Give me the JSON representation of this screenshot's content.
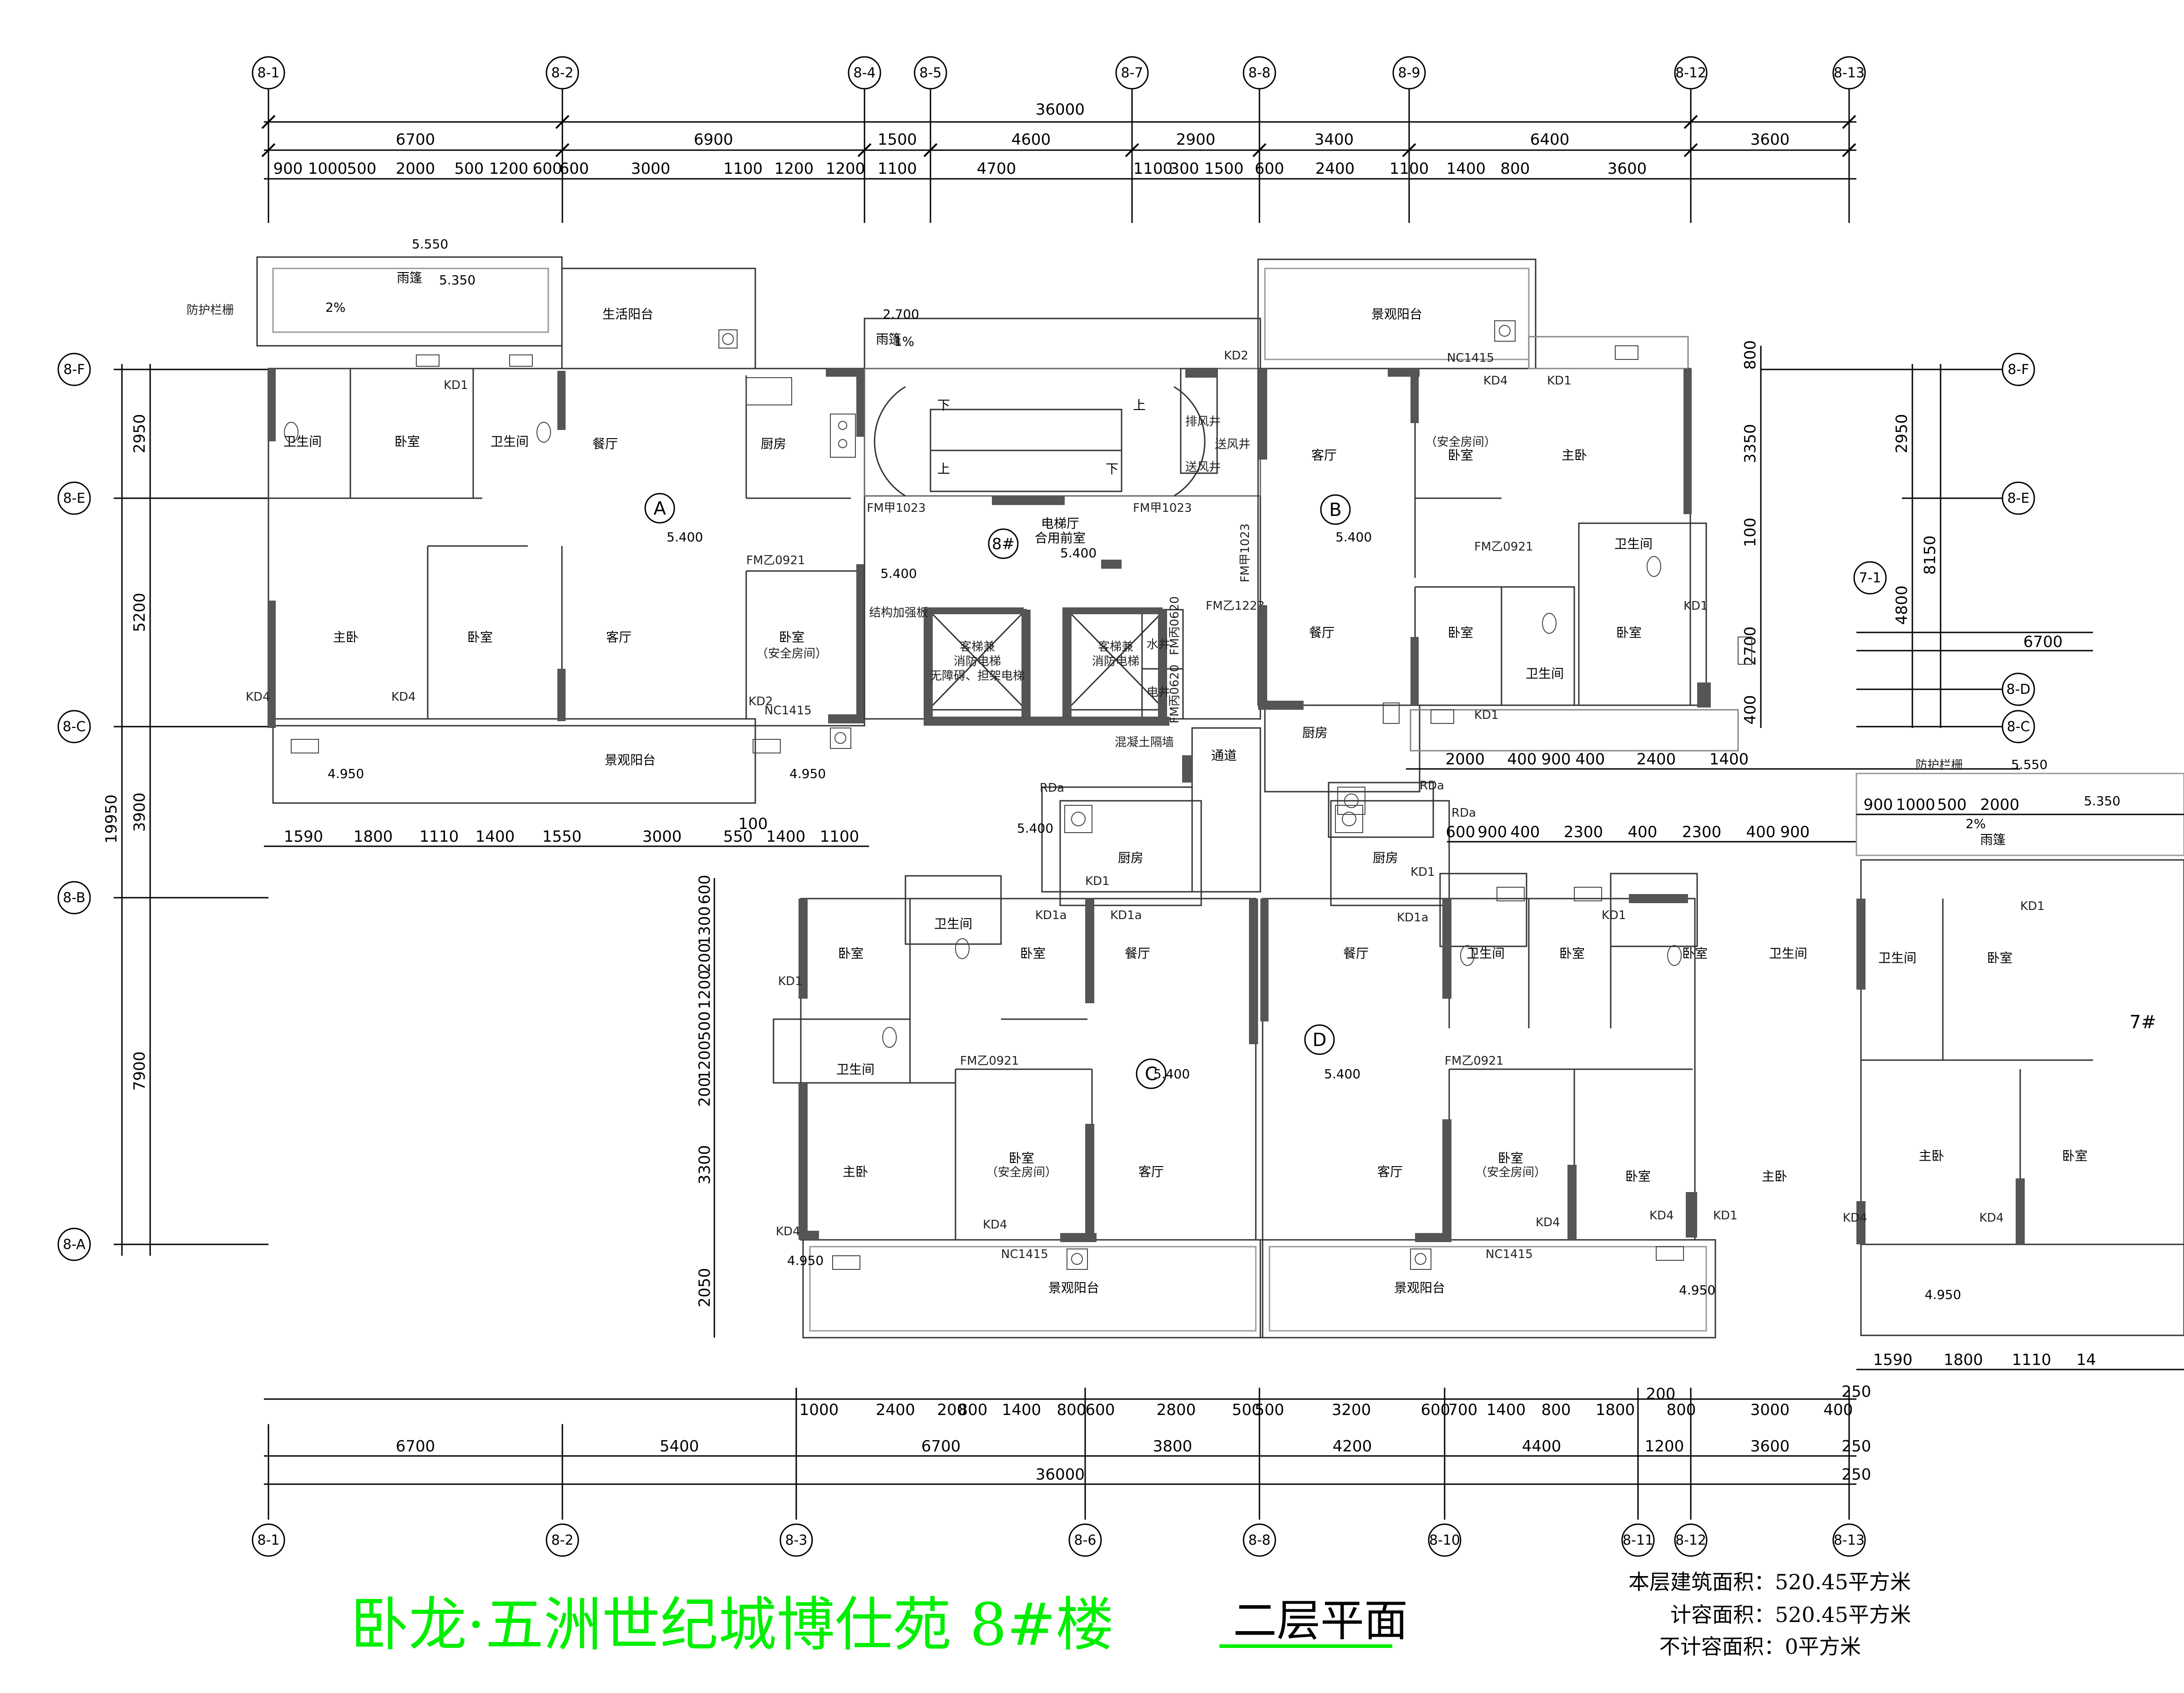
{
  "title": {
    "main": "卧龙·五洲世纪城博仕苑 8#楼",
    "sub": "二层平面"
  },
  "areas": {
    "building_area": "本层建筑面积：520.45平方米",
    "counted_area": "计容面积：520.45平方米",
    "uncounted_area": "不计容面积：0平方米"
  },
  "top_axes": [
    "8-1",
    "8-2",
    "8-4",
    "8-5",
    "8-7",
    "8-8",
    "8-9",
    "8-12",
    "8-13"
  ],
  "bottom_axes": [
    "8-1",
    "8-2",
    "8-3",
    "8-6",
    "8-8",
    "8-10",
    "8-11",
    "8-12",
    "8-13"
  ],
  "left_axes": [
    "8-F",
    "8-E",
    "8-C",
    "8-B",
    "8-A"
  ],
  "right_axes": [
    "8-F",
    "8-E",
    "8-D",
    "8-C"
  ],
  "top_dims": {
    "total": "36000",
    "row1": [
      "6700",
      "6900",
      "1500",
      "4600",
      "2900",
      "3400",
      "6400",
      "3600"
    ],
    "row2": [
      "900",
      "1000",
      "500",
      "2000",
      "500",
      "1200",
      "600",
      "600",
      "3000",
      "1100",
      "1200",
      "1200",
      "1100",
      "4700",
      "1100",
      "300",
      "1500",
      "600",
      "2400",
      "1100",
      "1400",
      "800",
      "3600"
    ]
  },
  "bottom_dims": {
    "total": "36000",
    "row1": [
      "6700",
      "5400",
      "6700",
      "3800",
      "4200",
      "4400",
      "1200",
      "3600"
    ],
    "row2": [
      "1000",
      "2400",
      "200",
      "800",
      "1400",
      "800",
      "600",
      "2800",
      "500",
      "500",
      "3200",
      "600",
      "700",
      "1400",
      "800",
      "1800",
      "200",
      "800",
      "3000",
      "400"
    ],
    "edge": [
      "250",
      "250",
      "250"
    ]
  },
  "left_dims": {
    "total": "19950",
    "outer": [
      "2950",
      "5200",
      "3900",
      "7900"
    ],
    "inner": [
      "600",
      "1300",
      "200",
      "1200",
      "500",
      "1200",
      "200",
      "3300",
      "2050"
    ]
  },
  "right_dims": {
    "total": "8150",
    "outer": [
      "2950",
      "4800"
    ],
    "inner": [
      "800",
      "3350",
      "100",
      "2700",
      "400"
    ],
    "axis_7": "7-1",
    "span": "6700"
  },
  "mid_dims": {
    "unitA_bottom": [
      "1590",
      "1800",
      "1110",
      "1400",
      "1550",
      "3000",
      "550",
      "100",
      "1400",
      "1100"
    ],
    "unitB_bottom": [
      "2000",
      "400",
      "900",
      "400",
      "2400",
      "1400"
    ],
    "unitD_top": [
      "600",
      "900",
      "400",
      "2300",
      "400",
      "2300",
      "400",
      "900"
    ],
    "right_unit_top": [
      "900",
      "1000",
      "500",
      "2000"
    ],
    "right_unit_bottom": [
      "1590",
      "1800",
      "1110",
      "14"
    ]
  },
  "units": {
    "A": {
      "letter": "A",
      "elev": "5.400"
    },
    "B": {
      "letter": "B",
      "elev": "5.400"
    },
    "C": {
      "letter": "C",
      "elev": "5.400"
    },
    "D": {
      "letter": "D",
      "elev": "5.400"
    },
    "core": {
      "letter": "8#",
      "elev": "5.400"
    }
  },
  "rooms": {
    "canopy": "雨篷",
    "rail": "防护栏栅",
    "living_balcony": "生活阳台",
    "scenic_balcony": "景观阳台",
    "bedroom": "卧室",
    "master": "主卧",
    "bath": "卫生间",
    "dining": "餐厅",
    "living": "客厅",
    "kitchen": "厨房",
    "shelter_note": "（安全房间）",
    "elevator_hall": "电梯厅",
    "shared_front": "合用前室",
    "passage": "通道",
    "water_shaft": "水井",
    "power_shaft": "电井",
    "exhaust_shaft": "排风井",
    "wind_shaft": "送风井",
    "fire_elevator": "消防电梯",
    "lift_a": "客梯兼",
    "lift_b": "无障碍、担架电梯",
    "structural": "结构加强板",
    "concrete_wall": "混凝土隔墙",
    "up": "上",
    "down": "下",
    "next_building": "7#"
  },
  "tags": {
    "kd1": "KD1",
    "kd2": "KD2",
    "kd4": "KD4",
    "kd1a": "KD1a",
    "fm0921": "FM乙0921",
    "fm1023": "FM甲1023",
    "fm1223": "FM乙1223",
    "fm0620": "FM丙0620",
    "nc1415": "NC1415",
    "rda": "RDa"
  },
  "elevations": {
    "e5550": "5.550",
    "e5350": "5.350",
    "e2700": "2.700",
    "e4950": "4.950",
    "e5400": "5.400",
    "slope2": "2%",
    "slope1": "1%"
  }
}
